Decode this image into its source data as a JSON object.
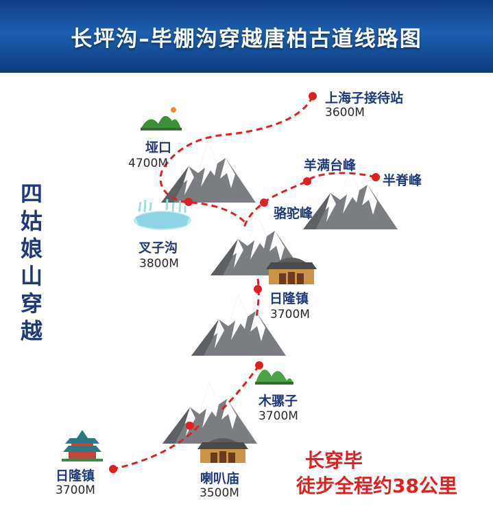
{
  "title": "长坪沟–毕棚沟穿越唐柏古道线路图",
  "side_title": "四姑娘山穿越",
  "summary": {
    "line1": "长穿毕",
    "line2": "徒步全程约38公里"
  },
  "places": {
    "shanghaizi": {
      "name": "上海子接待站",
      "alt": "3600M"
    },
    "yakou": {
      "name": "垭口",
      "alt": "4700M"
    },
    "yangmantai": {
      "name": "羊满台峰"
    },
    "banji": {
      "name": "半脊峰"
    },
    "luotuo": {
      "name": "骆驼峰"
    },
    "chazigou": {
      "name": "叉子沟",
      "alt": "3800M"
    },
    "rilong_mid": {
      "name": "日隆镇",
      "alt": "3700M"
    },
    "muluozi": {
      "name": "木骡子",
      "alt": "3700M"
    },
    "rilong_low": {
      "name": "日隆镇",
      "alt": "3700M"
    },
    "labamiao": {
      "name": "喇叭庙",
      "alt": "3500M"
    }
  },
  "colors": {
    "route": "#e0201f",
    "banner": "#1a4f9c",
    "label": "#1f3a7a",
    "mountain": "#6f7378"
  },
  "icons": [
    "mountain-icon",
    "lake-icon",
    "temple-icon",
    "pagoda-icon",
    "hill-icon"
  ]
}
